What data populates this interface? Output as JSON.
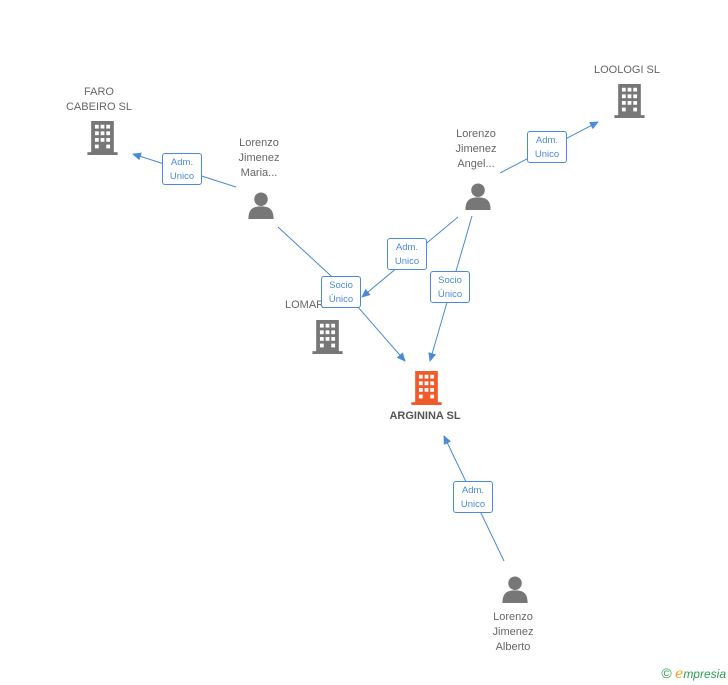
{
  "colors": {
    "company": "#777777",
    "main_company": "#f15a2b",
    "person": "#777777",
    "edge": "#4a8ad6"
  },
  "nodes": {
    "faro": {
      "label_1": "FARO",
      "label_2": "CABEIRO SL",
      "icon": "building-icon"
    },
    "loologi": {
      "label": "LOOLOGI SL",
      "icon": "building-icon"
    },
    "lomar": {
      "label": "LOMAR",
      "icon": "building-icon"
    },
    "arginina": {
      "label": "ARGININA SL",
      "icon": "building-icon"
    },
    "maria": {
      "label_1": "Lorenzo",
      "label_2": "Jimenez",
      "label_3": "Maria...",
      "icon": "person-icon"
    },
    "angel": {
      "label_1": "Lorenzo",
      "label_2": "Jimenez",
      "label_3": "Angel...",
      "icon": "person-icon"
    },
    "alberto": {
      "label_1": "Lorenzo",
      "label_2": "Jimenez",
      "label_3": "Alberto",
      "icon": "person-icon"
    }
  },
  "edges": {
    "maria_faro": {
      "line1": "Adm.",
      "line2": "Unico"
    },
    "angel_loologi": {
      "line1": "Adm.",
      "line2": "Unico"
    },
    "angel_lomar": {
      "line1": "Adm.",
      "line2": "Unico"
    },
    "maria_arginina": {
      "line1": "Socio",
      "line2": "Único"
    },
    "angel_arginina": {
      "line1": "Socio",
      "line2": "Único"
    },
    "alberto_arginina": {
      "line1": "Adm.",
      "line2": "Unico"
    }
  },
  "footer": {
    "copyright_symbol": "©",
    "brand_initial": "e",
    "brand_rest": "mpresia"
  }
}
